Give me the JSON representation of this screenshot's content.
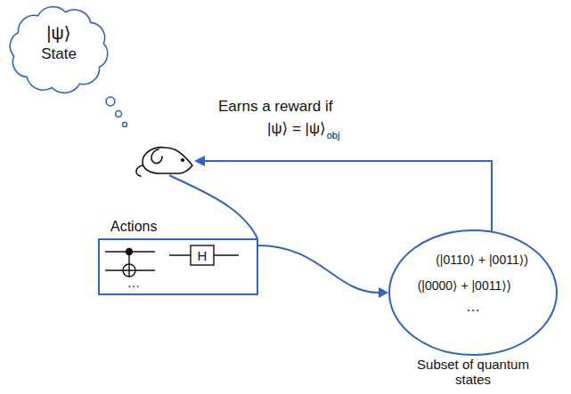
{
  "diagram": {
    "nodes": [
      {
        "text": [
          "|ψ⟩",
          "State"
        ]
      },
      {
        "text": [
          "Actions"
        ]
      },
      {
        "text": [
          "(|0110⟩ + |0011⟩)",
          "(|0000⟩ + |0011⟩)",
          "…",
          "Subset of quantum states"
        ]
      }
    ],
    "edges": [
      {
        "from": 1,
        "to": 2,
        "arrow": "to"
      }
    ],
    "labels": [
      "Earns a reward if",
      "|ψ⟩ = |ψ⟩",
      "obj",
      "H",
      "…"
    ]
  }
}
